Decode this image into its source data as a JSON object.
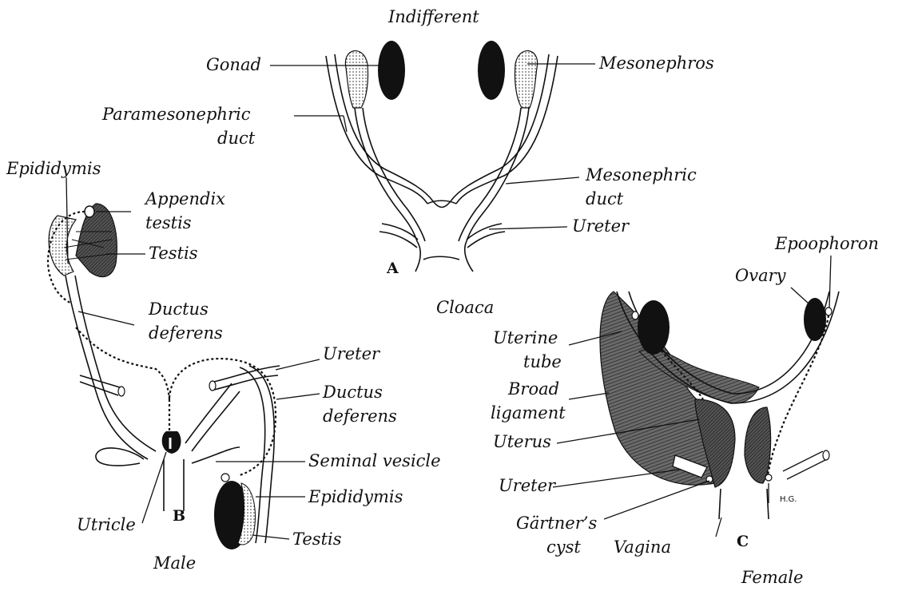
{
  "labels": {
    "indifferent": "Indifferent",
    "gonad": "Gonad",
    "mesonephros": "Mesonephros",
    "paramesonephric_1": "Paramesonephric",
    "paramesonephric_2": "duct",
    "mesonephric_1": "Mesonephric",
    "mesonephric_2": "duct",
    "ureter_a": "Ureter",
    "panel_a": "A",
    "cloaca": "Cloaca",
    "epididymis_top": "Epididymis",
    "appendix_1": "Appendix",
    "appendix_2": "testis",
    "testis_top": "Testis",
    "ductus_1": "Ductus",
    "ductus_2": "deferens",
    "ureter_b": "Ureter",
    "ductus_b_1": "Ductus",
    "ductus_b_2": "deferens",
    "seminal_vesicle": "Seminal vesicle",
    "epididymis_b": "Epididymis",
    "testis_b": "Testis",
    "utricle": "Utricle",
    "panel_b": "B",
    "male": "Male",
    "epoophoron": "Epoophoron",
    "ovary": "Ovary",
    "uterine_1": "Uterine",
    "uterine_2": "tube",
    "broad_1": "Broad",
    "broad_2": "ligament",
    "uterus": "Uterus",
    "ureter_c": "Ureter",
    "gartner_1": "Gärtner’s",
    "gartner_2": "cyst",
    "vagina": "Vagina",
    "panel_c": "C",
    "female": "Female",
    "signature": "H.G."
  }
}
